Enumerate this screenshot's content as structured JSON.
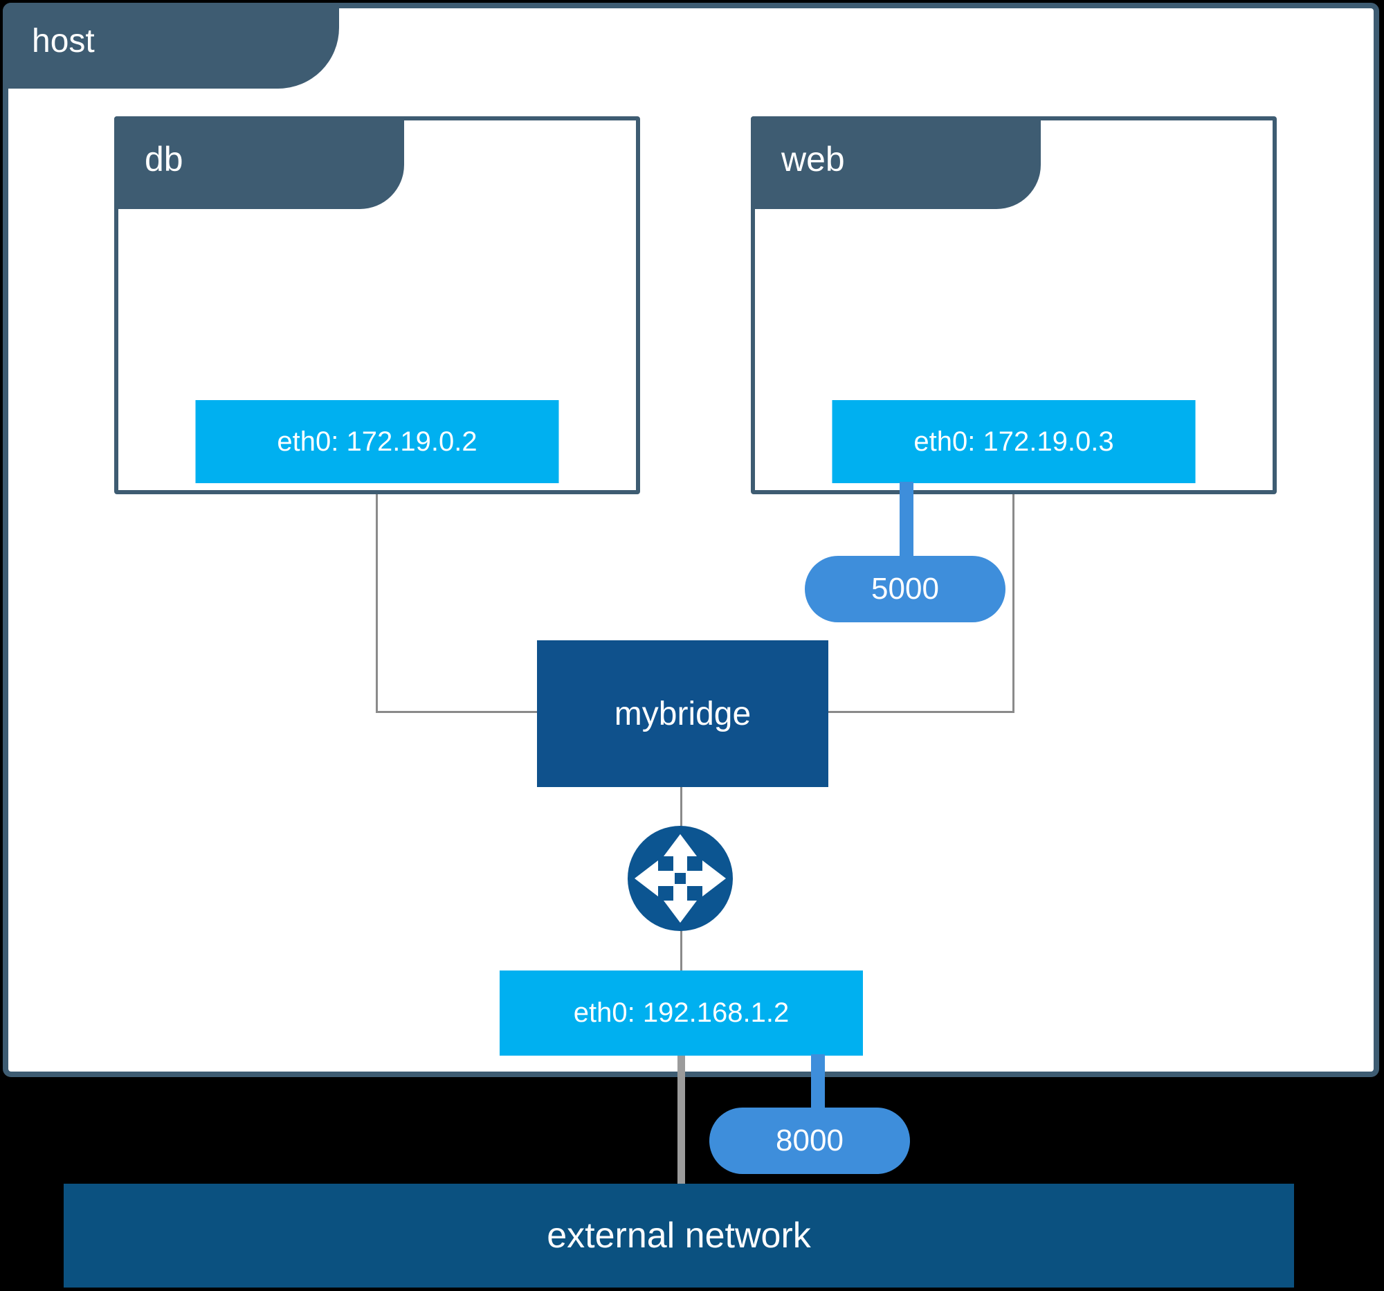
{
  "diagram": {
    "host": {
      "label": "host"
    },
    "containers": [
      {
        "name": "db",
        "interface": "eth0: 172.19.0.2"
      },
      {
        "name": "web",
        "interface": "eth0: 172.19.0.3",
        "port": "5000"
      }
    ],
    "bridge": {
      "label": "mybridge"
    },
    "host_interface": {
      "label": "eth0: 192.168.1.2",
      "port": "8000"
    },
    "external_network": {
      "label": "external network"
    },
    "icons": {
      "router": "router-arrows-icon"
    },
    "colors": {
      "frame_slate": "#3E5C72",
      "interface_cyan": "#00B0F0",
      "port_blue": "#3E8EDB",
      "bridge_navy": "#0F518C",
      "router_navy": "#0C5591",
      "external_navy": "#0B5180",
      "line_gray": "#8A8A8A",
      "background": "#000000"
    }
  }
}
